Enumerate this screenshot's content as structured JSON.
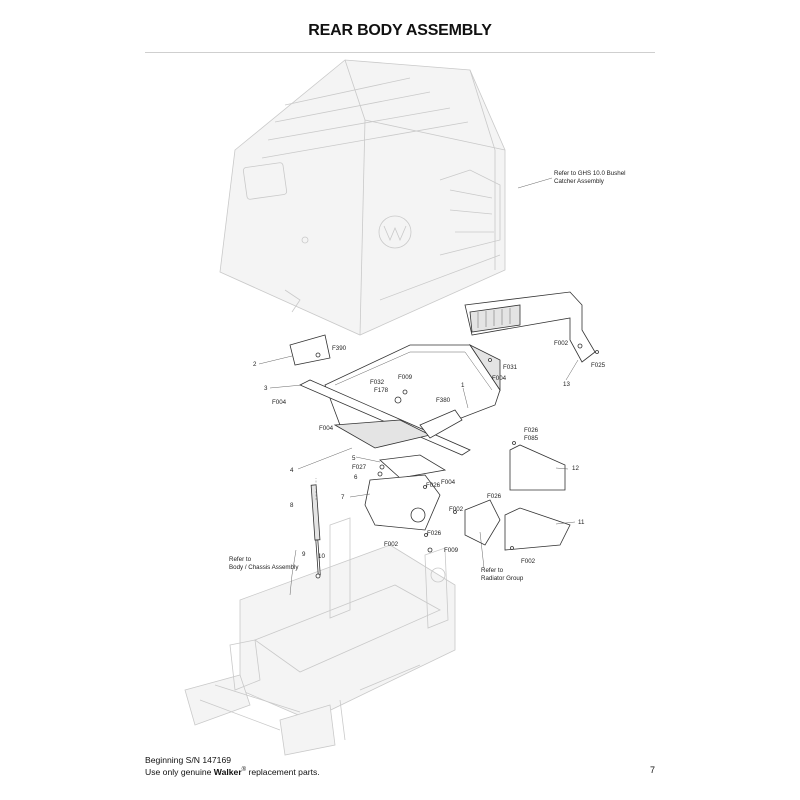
{
  "title": "REAR BODY ASSEMBLY",
  "diagram": {
    "callouts": [
      {
        "id": "ref-catcher-1",
        "text": "Refer to GHS 10.0 Bushel"
      },
      {
        "id": "ref-catcher-2",
        "text": "Catcher Assembly"
      },
      {
        "id": "ref-body-1",
        "text": "Refer to"
      },
      {
        "id": "ref-body-2",
        "text": "Body / Chassis Assembly"
      },
      {
        "id": "ref-radiator-1",
        "text": "Refer to"
      },
      {
        "id": "ref-radiator-2",
        "text": "Radiator Group"
      },
      {
        "id": "n1",
        "text": "1"
      },
      {
        "id": "n2",
        "text": "2"
      },
      {
        "id": "n3",
        "text": "3"
      },
      {
        "id": "n4",
        "text": "4"
      },
      {
        "id": "n5",
        "text": "5"
      },
      {
        "id": "n6",
        "text": "6"
      },
      {
        "id": "n7",
        "text": "7"
      },
      {
        "id": "n8",
        "text": "8"
      },
      {
        "id": "n9",
        "text": "9"
      },
      {
        "id": "n10",
        "text": "10"
      },
      {
        "id": "n11",
        "text": "11"
      },
      {
        "id": "n12",
        "text": "12"
      },
      {
        "id": "n13",
        "text": "13"
      },
      {
        "id": "f390",
        "text": "F390"
      },
      {
        "id": "f004-a",
        "text": "F004"
      },
      {
        "id": "f032",
        "text": "F032"
      },
      {
        "id": "f009-a",
        "text": "F009"
      },
      {
        "id": "f178",
        "text": "F178"
      },
      {
        "id": "f380",
        "text": "F380"
      },
      {
        "id": "f004-b",
        "text": "F004"
      },
      {
        "id": "f031",
        "text": "F031"
      },
      {
        "id": "f004-c",
        "text": "F004"
      },
      {
        "id": "f002-a",
        "text": "F002"
      },
      {
        "id": "f025",
        "text": "F025"
      },
      {
        "id": "f027",
        "text": "F027"
      },
      {
        "id": "f026-a",
        "text": "F026"
      },
      {
        "id": "f004-d",
        "text": "F004"
      },
      {
        "id": "f026-b",
        "text": "F026"
      },
      {
        "id": "f002-b",
        "text": "F002"
      },
      {
        "id": "f026-c",
        "text": "F026"
      },
      {
        "id": "f002-c",
        "text": "F002"
      },
      {
        "id": "f009-b",
        "text": "F009"
      },
      {
        "id": "f026-d",
        "text": "F026"
      },
      {
        "id": "f085",
        "text": "F085"
      },
      {
        "id": "f002-d",
        "text": "F002"
      }
    ]
  },
  "footer": {
    "serial": "Beginning S/N 147169",
    "prefix": "Use only genuine ",
    "brand": "Walker",
    "reg": "®",
    "suffix": " replacement parts."
  },
  "page_number": "7"
}
